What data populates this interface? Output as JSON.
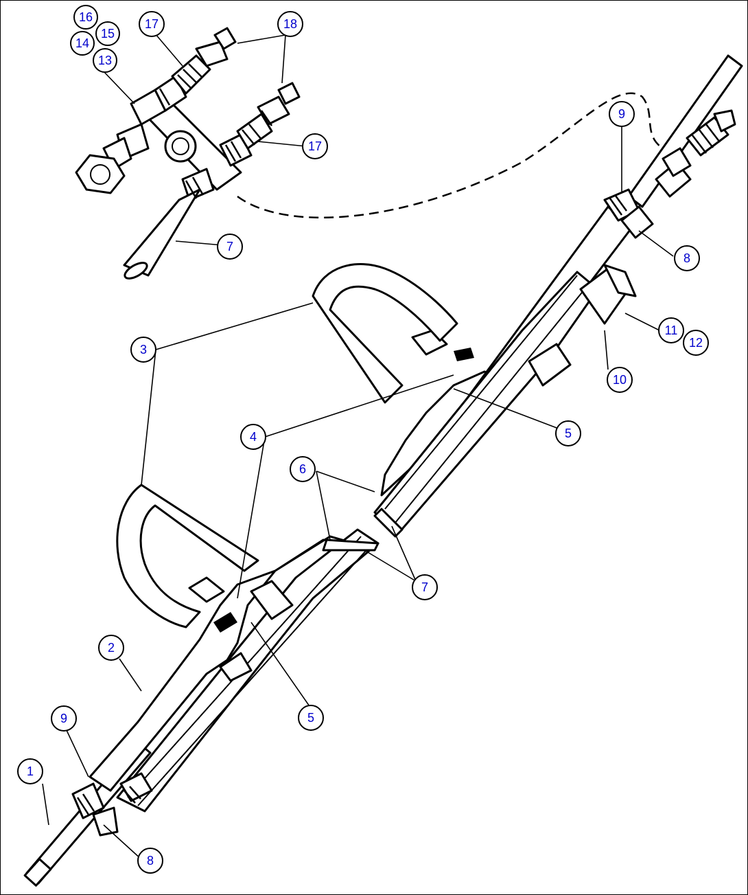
{
  "callouts": [
    {
      "id": "c1",
      "label": "1"
    },
    {
      "id": "c2",
      "label": "2"
    },
    {
      "id": "c3",
      "label": "3"
    },
    {
      "id": "c4",
      "label": "4"
    },
    {
      "id": "c5a",
      "label": "5"
    },
    {
      "id": "c5b",
      "label": "5"
    },
    {
      "id": "c6",
      "label": "6"
    },
    {
      "id": "c7a",
      "label": "7"
    },
    {
      "id": "c7b",
      "label": "7"
    },
    {
      "id": "c8a",
      "label": "8"
    },
    {
      "id": "c8b",
      "label": "8"
    },
    {
      "id": "c9a",
      "label": "9"
    },
    {
      "id": "c9b",
      "label": "9"
    },
    {
      "id": "c10",
      "label": "10"
    },
    {
      "id": "c11",
      "label": "11"
    },
    {
      "id": "c12",
      "label": "12"
    },
    {
      "id": "c13",
      "label": "13"
    },
    {
      "id": "c14",
      "label": "14"
    },
    {
      "id": "c15",
      "label": "15"
    },
    {
      "id": "c16",
      "label": "16"
    },
    {
      "id": "c17a",
      "label": "17"
    },
    {
      "id": "c17b",
      "label": "17"
    },
    {
      "id": "c18",
      "label": "18"
    }
  ]
}
